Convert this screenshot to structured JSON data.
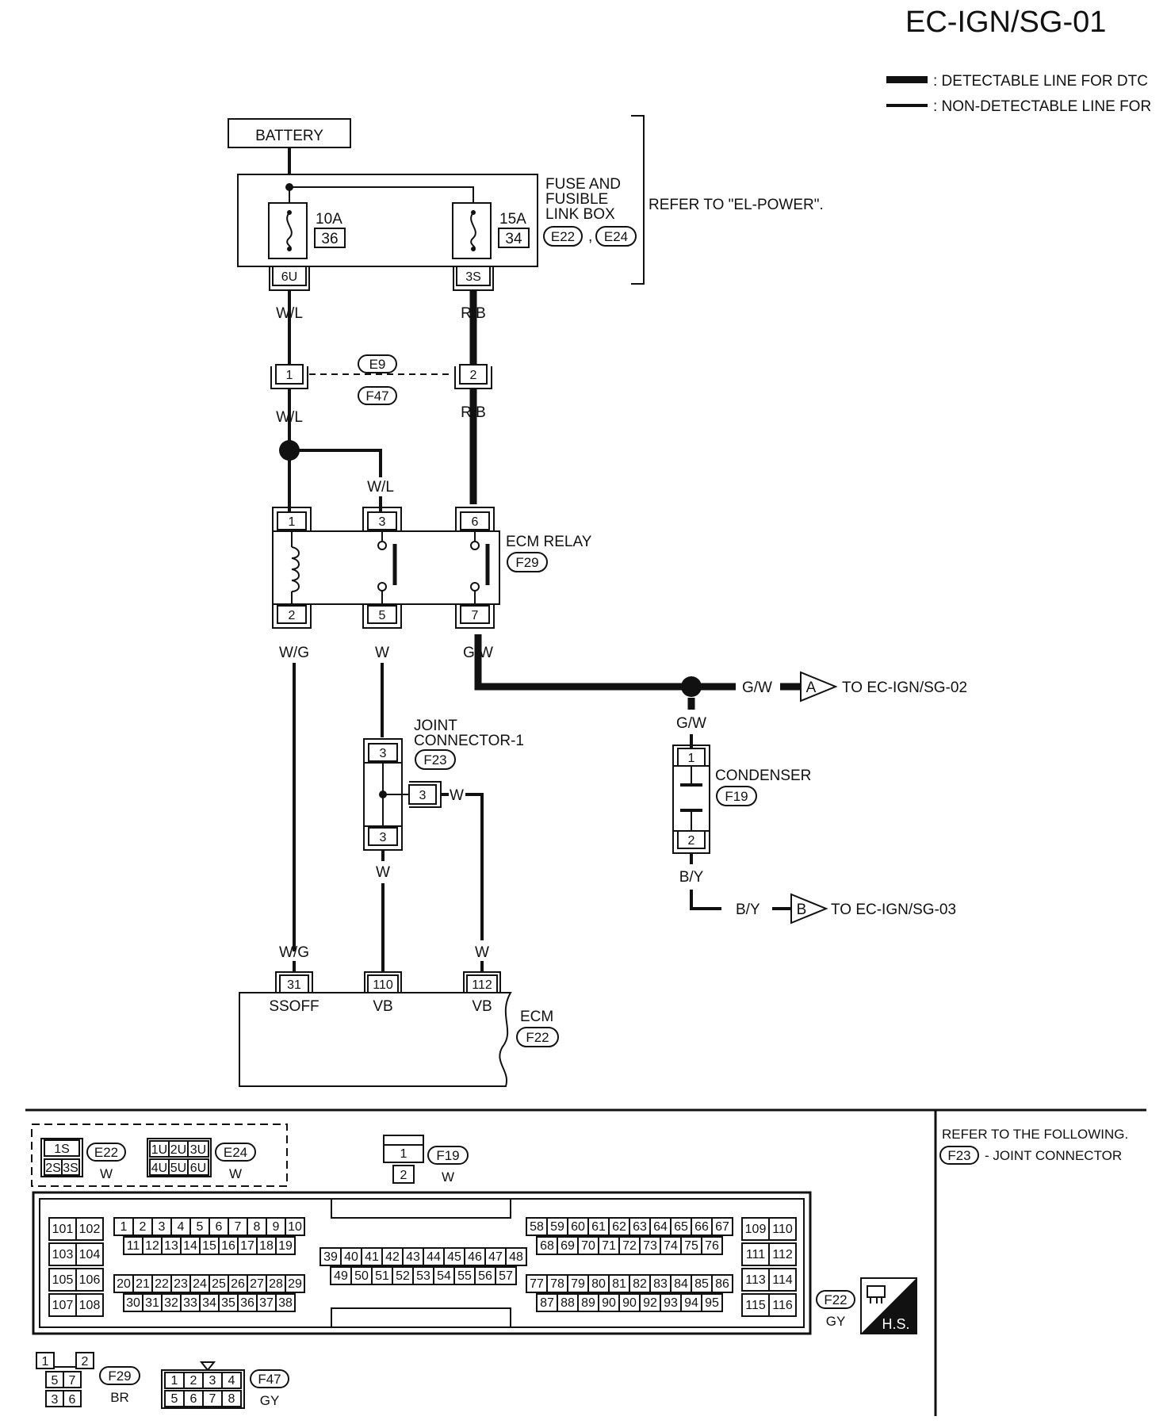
{
  "page_id": "EC-IGN/SG-01",
  "legend": {
    "detectable": ": DETECTABLE LINE FOR DTC",
    "non_detectable": ": NON-DETECTABLE LINE FOR"
  },
  "battery": "BATTERY",
  "fuse_box": {
    "title_lines": [
      "FUSE AND",
      "FUSIBLE",
      "LINK BOX"
    ],
    "connectors": [
      "E22",
      "E24"
    ],
    "refer": "REFER TO \"EL-POWER\".",
    "fuses": [
      {
        "rating": "10A",
        "number": "36",
        "terminal": "6U"
      },
      {
        "rating": "15A",
        "number": "34",
        "terminal": "3S"
      }
    ]
  },
  "wires": {
    "w_l": "W/L",
    "r_b": "R/B",
    "w_g": "W/G",
    "w": "W",
    "g_w": "G/W",
    "b_y": "B/Y"
  },
  "inline_connector": {
    "ids": [
      "E9",
      "F47"
    ],
    "pins": [
      "1",
      "2"
    ]
  },
  "ecm_relay": {
    "title": "ECM RELAY",
    "connector": "F29",
    "top_pins": [
      "1",
      "3",
      "6"
    ],
    "bottom_pins": [
      "2",
      "5",
      "7"
    ]
  },
  "joint_connector": {
    "title_lines": [
      "JOINT",
      "CONNECTOR-1"
    ],
    "connector": "F23",
    "pins": [
      "3",
      "3",
      "3"
    ]
  },
  "offpage": [
    {
      "letter": "A",
      "text": "TO EC-IGN/SG-02"
    },
    {
      "letter": "B",
      "text": "TO EC-IGN/SG-03"
    }
  ],
  "condenser": {
    "title": "CONDENSER",
    "connector": "F19",
    "pins": [
      "1",
      "2"
    ]
  },
  "ecm": {
    "title": "ECM",
    "connector": "F22",
    "terminals": [
      {
        "pin": "31",
        "name": "SSOFF"
      },
      {
        "pin": "110",
        "name": "VB"
      },
      {
        "pin": "112",
        "name": "VB"
      }
    ]
  },
  "connector_views": {
    "e22": {
      "id": "E22",
      "color": "W",
      "cells": [
        "1S",
        "2S",
        "3S"
      ]
    },
    "e24": {
      "id": "E24",
      "color": "W",
      "cells": [
        "1U",
        "2U",
        "3U",
        "4U",
        "5U",
        "6U"
      ]
    },
    "f19": {
      "id": "F19",
      "color": "W",
      "cells": [
        "1",
        "2"
      ]
    },
    "f22": {
      "id": "F22",
      "color": "GY"
    },
    "f29": {
      "id": "F29",
      "color": "BR",
      "cells": [
        "1",
        "2",
        "5",
        "7",
        "3",
        "6"
      ]
    },
    "f47": {
      "id": "F47",
      "color": "GY",
      "cells": [
        "1",
        "2",
        "3",
        "4",
        "5",
        "6",
        "7",
        "8"
      ]
    },
    "hs": "H.S."
  },
  "ecm_connector_pins": {
    "left": [
      [
        "101",
        "102"
      ],
      [
        "103",
        "104"
      ],
      [
        "105",
        "106"
      ],
      [
        "107",
        "108"
      ]
    ],
    "g1_top": [
      "1",
      "2",
      "3",
      "4",
      "5",
      "6",
      "7",
      "8",
      "9",
      "10"
    ],
    "g1_bot": [
      "11",
      "12",
      "13",
      "14",
      "15",
      "16",
      "17",
      "18",
      "19"
    ],
    "g2_top": [
      "20",
      "21",
      "22",
      "23",
      "24",
      "25",
      "26",
      "27",
      "28",
      "29"
    ],
    "g2_bot": [
      "30",
      "31",
      "32",
      "33",
      "34",
      "35",
      "36",
      "37",
      "38"
    ],
    "g3_top": [
      "39",
      "40",
      "41",
      "42",
      "43",
      "44",
      "45",
      "46",
      "47",
      "48"
    ],
    "g3_bot": [
      "49",
      "50",
      "51",
      "52",
      "53",
      "54",
      "55",
      "56",
      "57"
    ],
    "g4_top": [
      "58",
      "59",
      "60",
      "61",
      "62",
      "63",
      "64",
      "65",
      "66",
      "67"
    ],
    "g4_bot": [
      "68",
      "69",
      "70",
      "71",
      "72",
      "73",
      "74",
      "75",
      "76"
    ],
    "g5_top": [
      "77",
      "78",
      "79",
      "80",
      "81",
      "82",
      "83",
      "84",
      "85",
      "86"
    ],
    "g5_bot": [
      "87",
      "88",
      "89",
      "90",
      "90",
      "92",
      "93",
      "94",
      "95"
    ],
    "right": [
      [
        "109",
        "110"
      ],
      [
        "111",
        "112"
      ],
      [
        "113",
        "114"
      ],
      [
        "115",
        "116"
      ]
    ]
  },
  "refer_following": {
    "line1": "REFER TO THE FOLLOWING.",
    "connector": "F23",
    "line2": "- JOINT CONNECTOR"
  }
}
